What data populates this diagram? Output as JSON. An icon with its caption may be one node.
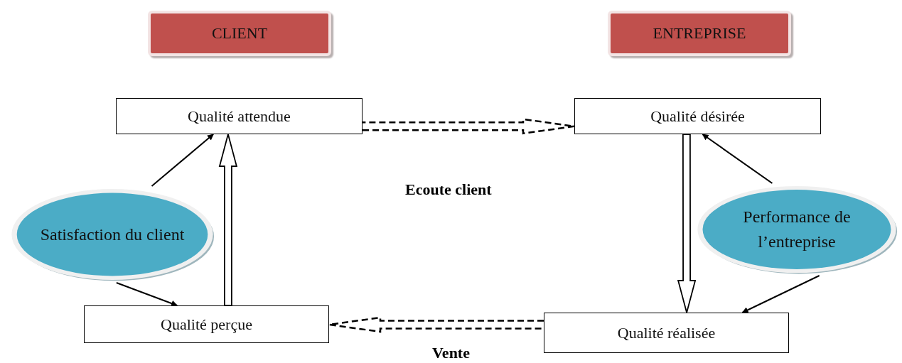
{
  "diagram": {
    "nodes": [
      {
        "text": [
          "CLIENT"
        ]
      },
      {
        "text": [
          "ENTREPRISE"
        ]
      },
      {
        "text": [
          "Qualité attendue"
        ]
      },
      {
        "text": [
          "Qualité désirée"
        ]
      },
      {
        "text": [
          "Satisfaction du client"
        ]
      },
      {
        "text": [
          "Performance de l’entreprise"
        ]
      },
      {
        "text": [
          "Qualité perçue"
        ]
      },
      {
        "text": [
          "Qualité réalisée"
        ]
      }
    ],
    "edges": [
      {
        "from": 2,
        "to": 3,
        "arrow": "to",
        "style": "dashed"
      },
      {
        "from": 7,
        "to": 6,
        "arrow": "to",
        "style": "dashed"
      },
      {
        "from": 6,
        "to": 2,
        "arrow": "to",
        "style": "thick"
      },
      {
        "from": 3,
        "to": 7,
        "arrow": "to",
        "style": "thick"
      },
      {
        "from": 4,
        "to": 2,
        "arrow": "to"
      },
      {
        "from": 4,
        "to": 6,
        "arrow": "to"
      },
      {
        "from": 5,
        "to": 3,
        "arrow": "to"
      },
      {
        "from": 5,
        "to": 7,
        "arrow": "to"
      }
    ],
    "labels": [
      "Ecoute client",
      "Vente"
    ]
  }
}
